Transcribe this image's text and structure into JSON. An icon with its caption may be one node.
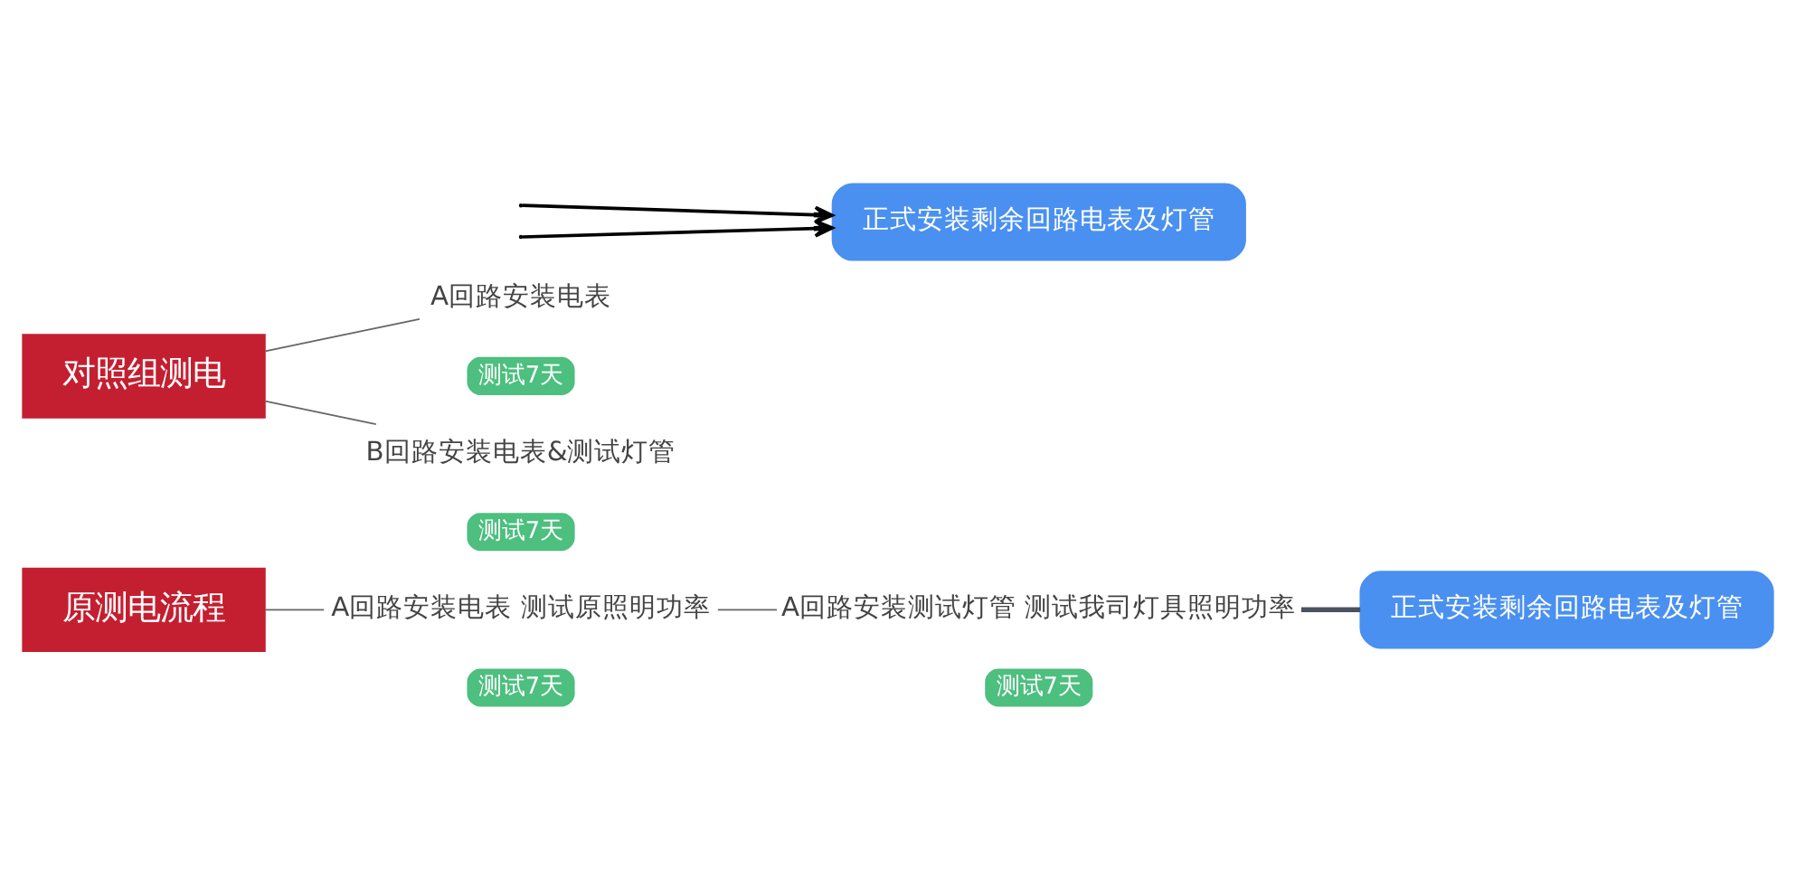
{
  "diagram": {
    "nodes": [
      {
        "text": [
          "原测电流程"
        ]
      },
      {
        "text": [
          "A回路安装电表 测试原照明功率"
        ]
      },
      {
        "text": [
          "测试7天"
        ]
      },
      {
        "text": [
          "A回路安装测试灯管 测试我司灯具照明功率"
        ]
      },
      {
        "text": [
          "测试7天"
        ]
      },
      {
        "text": [
          "正式安装剩余回路电表及灯管"
        ]
      },
      {
        "text": [
          "对照组测电"
        ]
      },
      {
        "text": [
          "A回路安装电表"
        ]
      },
      {
        "text": [
          "测试7天"
        ]
      },
      {
        "text": [
          "B回路安装电表&测试灯管"
        ]
      },
      {
        "text": [
          "测试7天"
        ]
      },
      {
        "text": [
          "正式安装剩余回路电表及灯管"
        ]
      }
    ],
    "edges": [
      {
        "from": 0,
        "to": 1,
        "arrow": "none"
      },
      {
        "from": 1,
        "to": 3,
        "arrow": "none"
      },
      {
        "from": 3,
        "to": 5,
        "arrow": "none",
        "style": "thick"
      },
      {
        "from": 6,
        "to": 7,
        "arrow": "none"
      },
      {
        "from": 6,
        "to": 9,
        "arrow": "none"
      },
      {
        "from": null,
        "to": 11,
        "arrow": "to",
        "color": "#000000"
      },
      {
        "from": null,
        "to": 11,
        "arrow": "to",
        "color": "#000000"
      }
    ]
  }
}
